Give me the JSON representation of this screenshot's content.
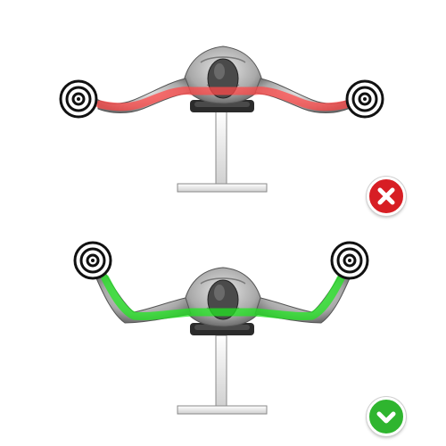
{
  "figures": [
    {
      "name": "incorrect-form",
      "status": "incorrect",
      "status_icon": "cross-mark-icon",
      "highlight_color": "#ff4a4a",
      "status_color": "#d71e24",
      "arms": "bent-down"
    },
    {
      "name": "correct-form",
      "status": "correct",
      "status_icon": "check-mark-icon",
      "highlight_color": "#22e622",
      "status_color": "#2fb52f",
      "arms": "raised"
    }
  ]
}
